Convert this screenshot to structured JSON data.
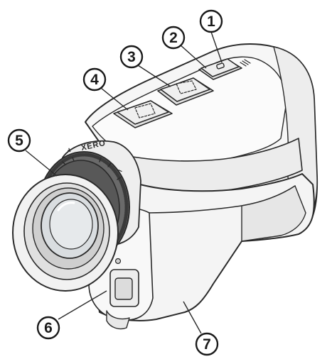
{
  "device": {
    "brand_text": "XERO",
    "diopter_plus": "+",
    "diopter_minus": "–"
  },
  "callouts": [
    {
      "id": 1,
      "label": "1"
    },
    {
      "id": 2,
      "label": "2"
    },
    {
      "id": 3,
      "label": "3"
    },
    {
      "id": 4,
      "label": "4"
    },
    {
      "id": 5,
      "label": "5"
    },
    {
      "id": 6,
      "label": "6"
    },
    {
      "id": 7,
      "label": "7"
    }
  ],
  "colors": {
    "outline": "#2a2a2a",
    "body_fill": "#f6f6f6",
    "shade": "#e4e4e4",
    "dark_shade": "#cfcfcf",
    "lens_glass": "#d9dde0"
  }
}
